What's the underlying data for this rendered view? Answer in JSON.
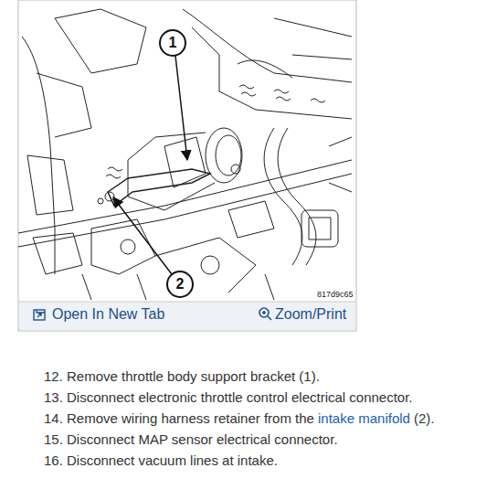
{
  "diagram": {
    "nodes": [
      {
        "text": [
          "1"
        ]
      },
      {
        "text": [
          "2"
        ]
      }
    ],
    "labels": [
      "817d9c65",
      "Open In New Tab",
      "Zoom/Print",
      "12. Remove throttle body support bracket (1).",
      "13. Disconnect electronic throttle control electrical connector.",
      "14. Remove wiring harness retainer from the",
      "intake manifold",
      "(2).",
      "15. Disconnect MAP sensor electrical connector.",
      "16. Disconnect vacuum lines at intake."
    ]
  }
}
